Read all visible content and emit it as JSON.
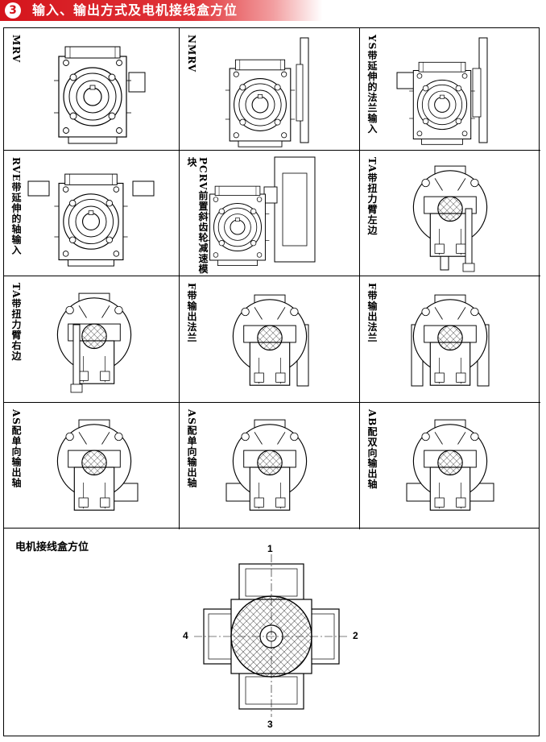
{
  "header": {
    "number": "3",
    "title": "输入、输出方式及电机接线盒方位"
  },
  "cells": [
    {
      "label": "MRV"
    },
    {
      "label": "NMRV"
    },
    {
      "label": "YS带延伸的法兰输入"
    },
    {
      "label": "RVE带延伸的轴输入"
    },
    {
      "label": "PCRV前置斜齿轮减速模块"
    },
    {
      "label": "TA带扭力臂左边"
    },
    {
      "label": "TA带扭力臂右边"
    },
    {
      "label": "F带输出法兰"
    },
    {
      "label": "F带输出法兰"
    },
    {
      "label": "AS配单向输出轴"
    },
    {
      "label": "AS配单向输出轴"
    },
    {
      "label": "AB配双向输出轴"
    }
  ],
  "terminal_box": {
    "title": "电机接线盒方位",
    "positions": {
      "top": "1",
      "right": "2",
      "bottom": "3",
      "left": "4"
    }
  }
}
